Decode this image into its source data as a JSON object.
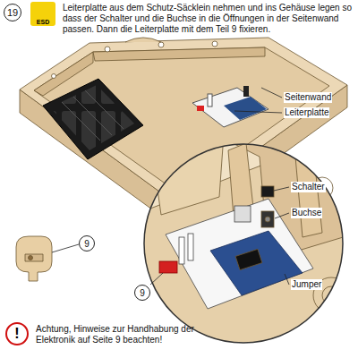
{
  "diagram": {
    "nodes": [
      {
        "text": [
          "19"
        ]
      },
      {
        "text": [
          "ESD"
        ]
      },
      {
        "text": [
          "9"
        ]
      },
      {
        "text": [
          "9"
        ]
      },
      {
        "text": [
          "!"
        ]
      }
    ],
    "labels": [
      "Leiterplatte aus dem Schutz-Säcklein nehmen und ins Gehäuse legen so dass der Schalter und die Buchse in die Öffnungen in der Seitenwand passen. Dann die Leiterplatte mit dem Teil 9 fixieren.",
      "Seitenwand",
      "Leiterplatte",
      "Schalter",
      "Buchse",
      "Jumper",
      "Achtung, Hinweise zur Handhabung der Elektronik auf Seite 9 beachten!"
    ]
  }
}
